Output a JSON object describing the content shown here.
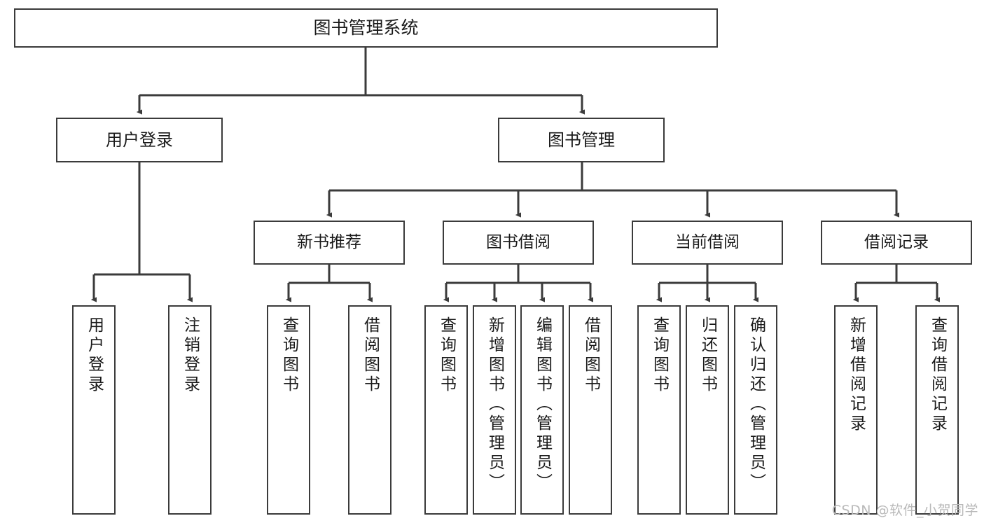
{
  "diagram": {
    "title": "图书管理系统",
    "type": "tree",
    "watermark": "CSDN @软件_小贺同学",
    "colors": {
      "border": "#3b3b3b",
      "background": "#ffffff",
      "text": "#1a1a1a",
      "watermark": "#b9b9b9"
    },
    "nodes": {
      "root": {
        "label": "图书管理系统"
      },
      "level2": [
        {
          "id": "user-login",
          "label": "用户登录"
        },
        {
          "id": "book-manage",
          "label": "图书管理"
        }
      ],
      "level3": [
        {
          "id": "new-book-recommend",
          "label": "新书推荐"
        },
        {
          "id": "book-borrow",
          "label": "图书借阅"
        },
        {
          "id": "current-borrow",
          "label": "当前借阅"
        },
        {
          "id": "borrow-record",
          "label": "借阅记录"
        }
      ],
      "leaves": {
        "user_login": [
          {
            "id": "leaf-user-login",
            "label": "用户登录"
          },
          {
            "id": "leaf-logout-login",
            "label": "注销登录"
          }
        ],
        "new_book_recommend": [
          {
            "id": "leaf-query-book-1",
            "label": "查询图书"
          },
          {
            "id": "leaf-borrow-book-1",
            "label": "借阅图书"
          }
        ],
        "book_borrow": [
          {
            "id": "leaf-query-book-2",
            "label": "查询图书"
          },
          {
            "id": "leaf-add-book-admin",
            "label": "新增图书（管理员）"
          },
          {
            "id": "leaf-edit-book-admin",
            "label": "编辑图书（管理员）"
          },
          {
            "id": "leaf-borrow-book-2",
            "label": "借阅图书"
          }
        ],
        "current_borrow": [
          {
            "id": "leaf-query-book-3",
            "label": "查询图书"
          },
          {
            "id": "leaf-return-book",
            "label": "归还图书"
          },
          {
            "id": "leaf-confirm-return-admin",
            "label": "确认归还（管理员）"
          }
        ],
        "borrow_record": [
          {
            "id": "leaf-add-borrow-record",
            "label": "新增借阅记录"
          },
          {
            "id": "leaf-query-borrow-record",
            "label": "查询借阅记录"
          }
        ]
      }
    }
  }
}
